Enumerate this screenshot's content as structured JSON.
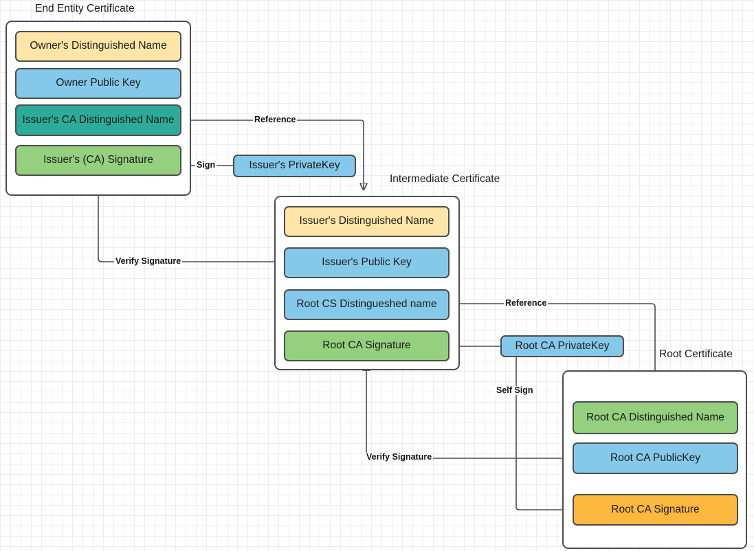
{
  "diagram": {
    "title_labels": [
      {
        "id": "end-entity",
        "text": "End Entity Certificate"
      },
      {
        "id": "intermediate",
        "text": "Intermediate Certificate"
      },
      {
        "id": "root",
        "text": "Root Certificate"
      }
    ],
    "colors": {
      "yellow": "#ffe6a8",
      "blue": "#85c9ea",
      "teal": "#2cab98",
      "green": "#95d07e",
      "orange": "#fcb83f",
      "stroke": "#4d4d4d",
      "container_fill": "#ffffff",
      "text": "#1a1a1a",
      "grid_minor": "#ededed",
      "grid_major": "#dcdcdc"
    },
    "end_entity_certificate": {
      "label": "End Entity Certificate",
      "fields": [
        {
          "label": "Owner's Distinguished Name",
          "color": "yellow"
        },
        {
          "label": "Owner Public  Key",
          "color": "blue"
        },
        {
          "label": "Issuer's CA Distinguished Name",
          "color": "teal"
        },
        {
          "label": "Issuer's (CA) Signature",
          "color": "green"
        }
      ]
    },
    "intermediate_certificate": {
      "label": "Intermediate Certificate",
      "fields": [
        {
          "label": "Issuer's Distinguished Name",
          "color": "yellow"
        },
        {
          "label": "Issuer's Public  Key",
          "color": "blue"
        },
        {
          "label": "Root CS Distingueshed name",
          "color": "blue"
        },
        {
          "label": "Root CA Signature",
          "color": "green"
        }
      ]
    },
    "root_certificate": {
      "label": "Root Certificate",
      "fields": [
        {
          "label": "Root CA Distinguished Name",
          "color": "green"
        },
        {
          "label": "Root CA PublicKey",
          "color": "blue"
        },
        {
          "label": "Root CA Signature",
          "color": "orange"
        }
      ]
    },
    "keys": [
      {
        "id": "issuer-privatekey",
        "label": "Issuer's PrivateKey",
        "color": "blue"
      },
      {
        "id": "root-ca-privatekey",
        "label": "Root CA PrivateKey",
        "color": "blue"
      }
    ],
    "edge_labels": [
      {
        "id": "reference-top",
        "text": "Reference"
      },
      {
        "id": "sign",
        "text": "Sign"
      },
      {
        "id": "verify-signature-top",
        "text": "Verify Signature"
      },
      {
        "id": "reference-bottom",
        "text": "Reference"
      },
      {
        "id": "self-sign",
        "text": "Self Sign"
      },
      {
        "id": "verify-signature-bottom",
        "text": "Verify Signature"
      }
    ]
  }
}
